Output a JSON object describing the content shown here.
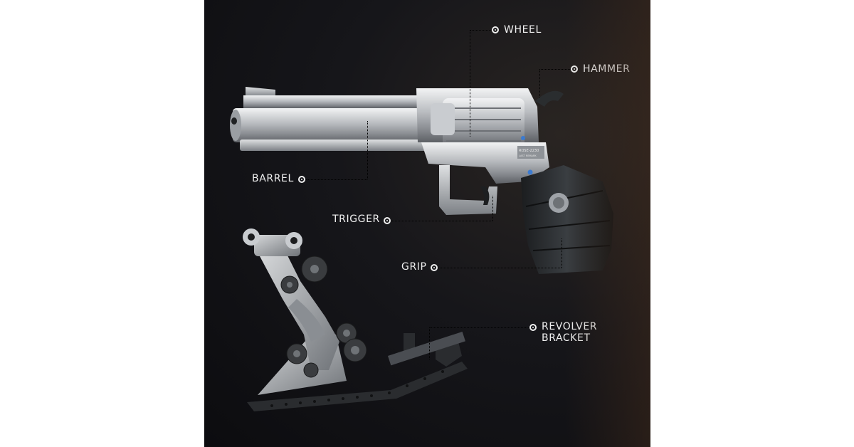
{
  "callouts": {
    "wheel": "WHEEL",
    "hammer": "HAMMER",
    "barrel": "BARREL",
    "trigger": "TRIGGER",
    "grip": "GRIP",
    "bracket_line1": "REVOLVER",
    "bracket_line2": "BRACKET"
  },
  "engraving": {
    "model": "ROSE-2230",
    "sub": "LAST REMARK"
  },
  "colors": {
    "background": "#111114",
    "label_text": "#f0f0f0",
    "leader_line": "#d8d8d8",
    "metal": "#b9bcc0",
    "grip": "#2a2d2f"
  }
}
